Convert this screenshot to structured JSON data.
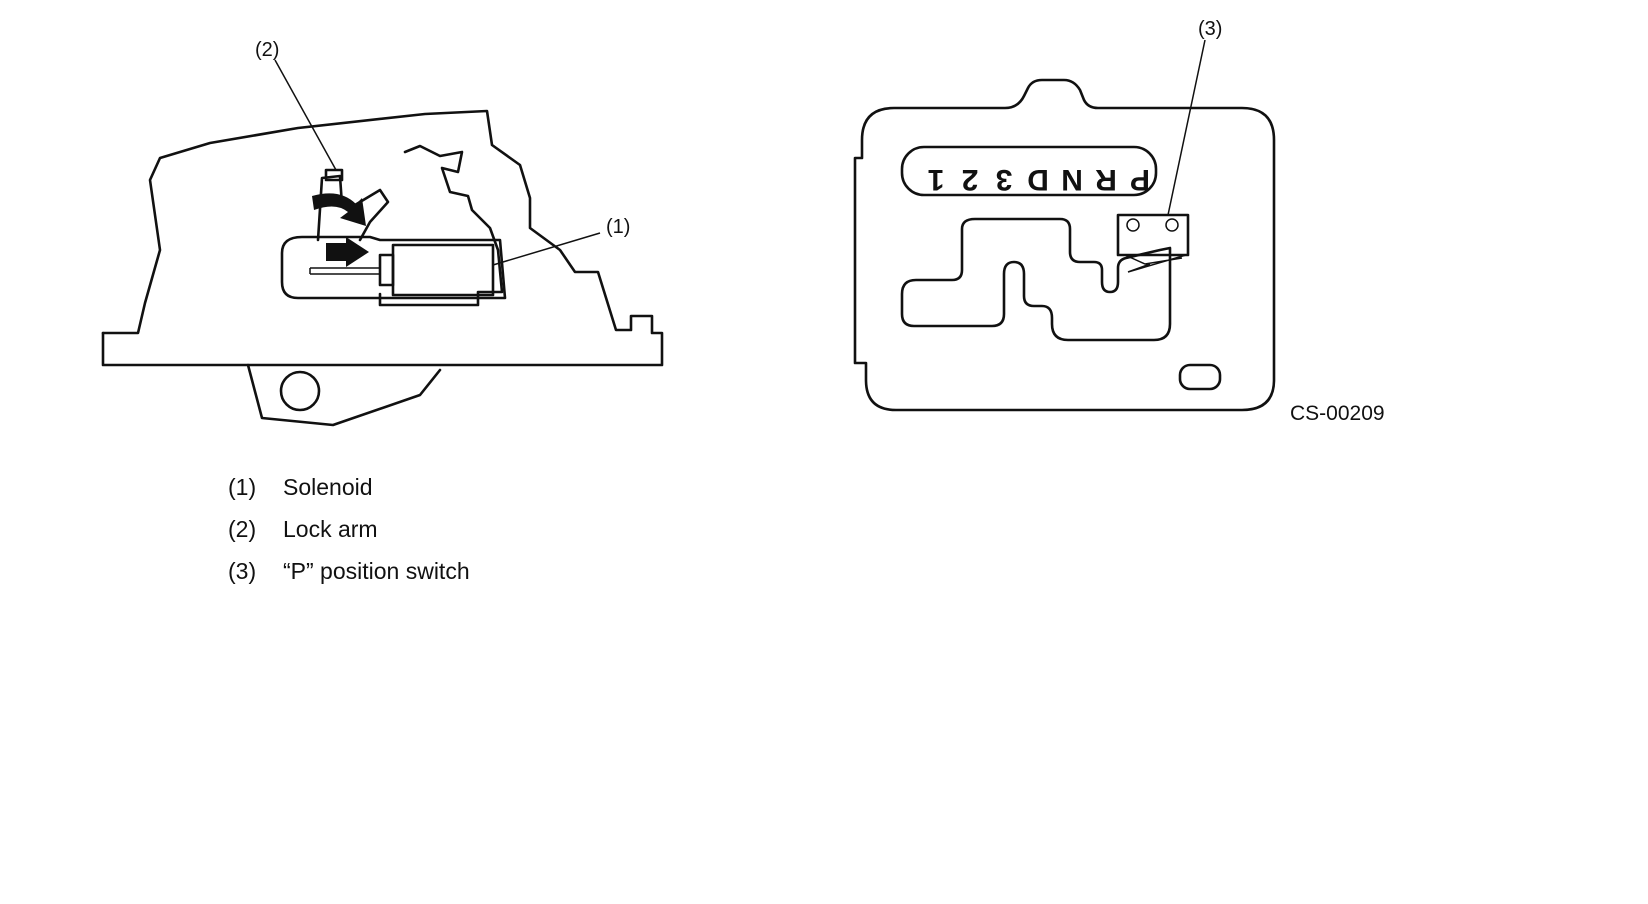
{
  "callouts": {
    "solenoid": "(1)",
    "lock_arm": "(2)",
    "p_switch": "(3)"
  },
  "gate_labels": [
    "P",
    "R",
    "N",
    "D",
    "3",
    "2",
    "1"
  ],
  "legend": [
    {
      "num": "(1)",
      "label": "Solenoid"
    },
    {
      "num": "(2)",
      "label": "Lock arm"
    },
    {
      "num": "(3)",
      "label": "“P” position switch"
    }
  ],
  "figure_id": "CS-00209"
}
